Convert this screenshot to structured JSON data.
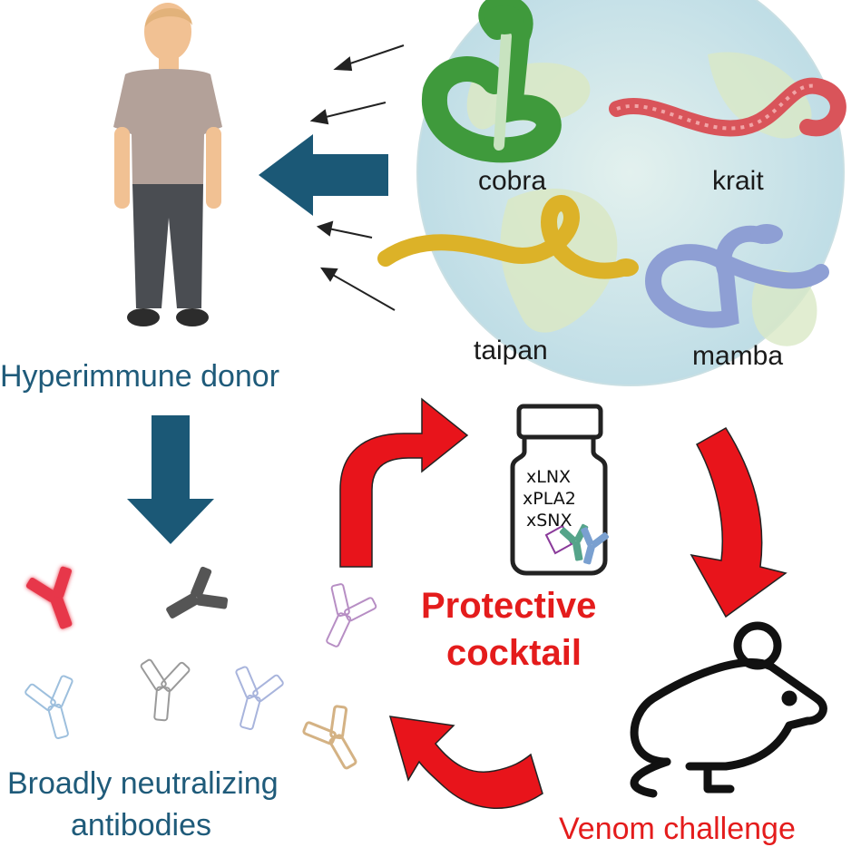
{
  "snakes": {
    "cobra": "cobra",
    "krait": "krait",
    "taipan": "taipan",
    "mamba": "mamba"
  },
  "donor_label": "Hyperimmune donor",
  "antibodies_label": [
    "Broadly neutralizing",
    "antibodies"
  ],
  "vial_contents": [
    "xLNX",
    "xPLA2",
    "xSNX"
  ],
  "cocktail_label": [
    "Protective",
    "cocktail"
  ],
  "challenge_label": "Venom challenge",
  "colors": {
    "dark_blue_arrow": "#1b5876",
    "red_arrow": "#e8141b",
    "label_blue": "#1f5b7a",
    "label_red": "#e41c1c",
    "cobra": "#3f9a3c",
    "krait": "#d9545a",
    "taipan": "#dcb228",
    "mamba": "#8e9fd4",
    "globe_ocean": "#cfe6ec",
    "globe_land": "#d6e6c4"
  },
  "icons": [
    "person-icon",
    "globe-icon",
    "cobra-icon",
    "krait-icon",
    "taipan-icon",
    "mamba-icon",
    "vial-icon",
    "mouse-icon",
    "antibody-icon"
  ]
}
